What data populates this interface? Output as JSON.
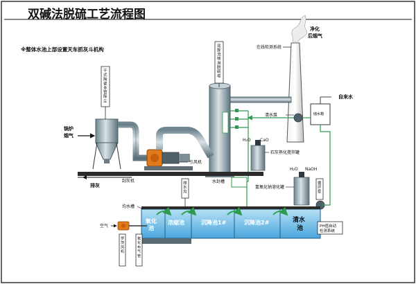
{
  "diagram": {
    "title": "双碱法脱硫工艺流程图",
    "note": "※整体水池上部设置天车抓灰斗机构",
    "labels": {
      "clean_flue_gas_1": "净化",
      "clean_flue_gas_2": "后烟气",
      "online_monitor": "在线检测系统",
      "tower_1": "双旋流喷淋脱硫塔",
      "dust_collector": "干式陶瓷多管除尘",
      "boiler_1": "锅炉",
      "boiler_2": "烟气",
      "fan": "引风机",
      "ash_conveyor": "刮灰机",
      "ash_discharge": "排灰",
      "tap_water": "自来水",
      "clear_water_pump": "清水泵",
      "water_tank": "储水箱",
      "water_seal": "水封槽",
      "drain_channel": "排水沟",
      "h2o_1": "H₂O",
      "cao": "CaO",
      "lime_mixer": "石灰熟化搅拌罐",
      "h2o_2": "H₂O",
      "naoh": "NaOH",
      "naoh_mixer": "氢氧化钠溶化罐",
      "circulation_pump": "循环泵",
      "weir": "均水槽",
      "air": "空气",
      "blower": "罗茨风机",
      "oxidation_pipe": "氧化布气管",
      "ph_system_1": "PH值自动",
      "ph_system_2": "检测系统"
    },
    "pools": {
      "oxidation_1": "氧化",
      "oxidation_2": "池",
      "thickener": "浓缩池",
      "settling_1": "沉降池1#",
      "settling_2": "沉降池2#",
      "clear_1": "清水",
      "clear_2": "池"
    },
    "colors": {
      "frame": "#1a1a1a",
      "metal": "#8fa3ad",
      "water": "#3b9fd6",
      "water_light": "#9fd4f0",
      "pipe_green": "#2e9b4e",
      "fan_orange": "#e07a1c",
      "flow_arrow": "#2aa64a"
    }
  }
}
